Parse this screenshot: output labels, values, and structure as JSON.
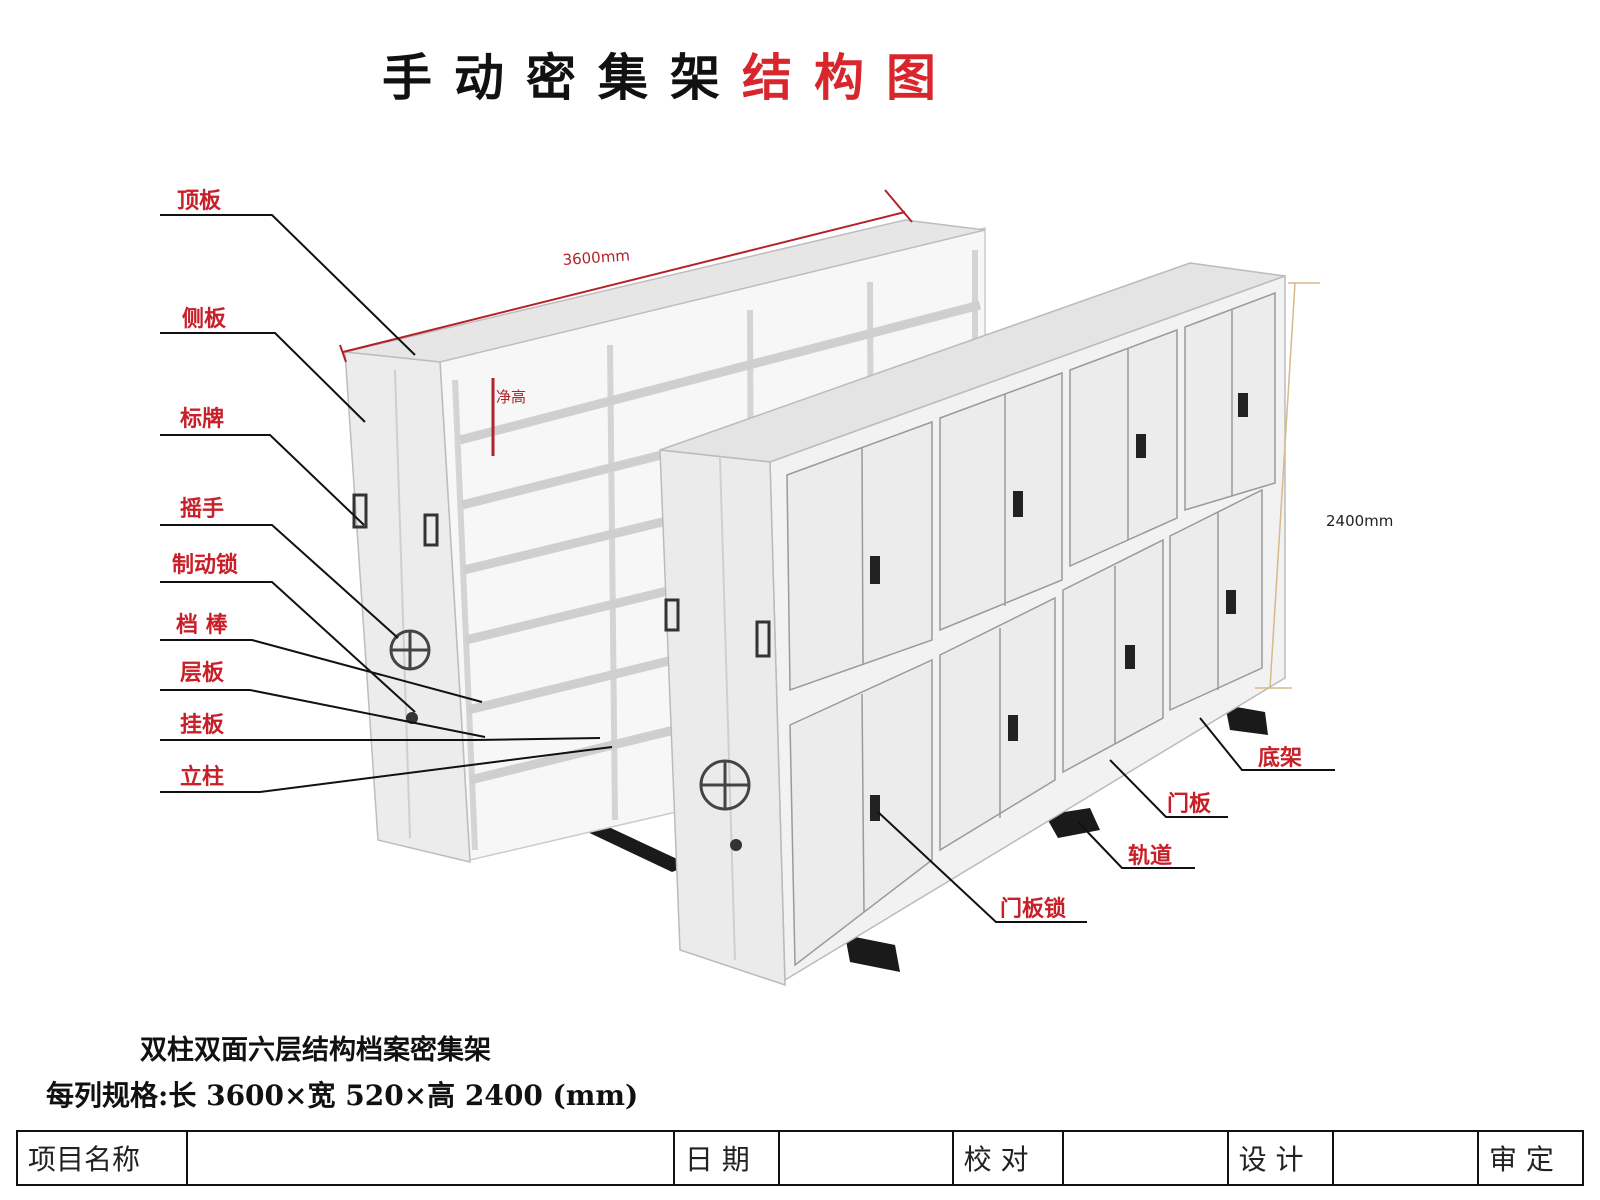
{
  "title": {
    "black": "手动密集架",
    "red": "结构图"
  },
  "labels": {
    "top_panel": "顶板",
    "side_panel": "侧板",
    "sign": "标牌",
    "hand_crank": "摇手",
    "brake_lock": "制动锁",
    "stop_bar": "档  棒",
    "shelf": "层板",
    "hanging_plate": "挂板",
    "column": "立柱",
    "base_frame": "底架",
    "door_panel": "门板",
    "track": "轨道",
    "door_lock": "门板锁",
    "clear_height": "净高"
  },
  "dimensions": {
    "length": "3600mm",
    "height": "2400mm"
  },
  "caption": {
    "line1": "双柱双面六层结构档案密集架",
    "line2": "每列规格:长 3600×宽 520×高 2400 (mm)"
  },
  "table": {
    "project_name": "项目名称",
    "date": "日  期",
    "check": "校  对",
    "design": "设  计",
    "approve": "审  定"
  },
  "colors": {
    "label": "#c8202a",
    "title_red": "#d8262d",
    "cabinet": "#efefef",
    "track": "#1a1a1a"
  }
}
